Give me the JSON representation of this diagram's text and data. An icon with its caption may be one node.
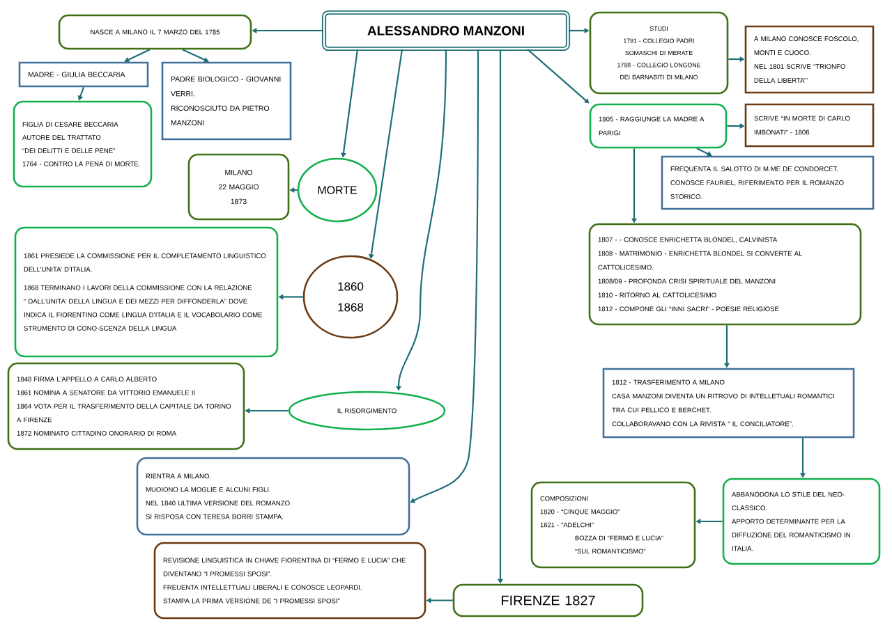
{
  "diagram": {
    "nodes": [
      {
        "text": [
          "ALESSANDRO MANZONI"
        ]
      },
      {
        "text": [
          "NASCE A MILANO IL 7 MARZO DEL 1785"
        ]
      },
      {
        "text": [
          "MADRE - GIULIA BECCARIA"
        ]
      },
      {
        "text": [
          "PADRE BIOLOGICO - GIOVANNI VERRI.",
          "RICONOSCIUTO DA PIETRO MANZONI"
        ]
      },
      {
        "text": [
          "FIGLIA DI CESARE BECCARIA",
          "AUTORE DEL TRATTATO",
          "“DEI DELITTI E DELLE PENE”",
          "1764 - CONTRO LA PENA DI MORTE."
        ]
      },
      {
        "text": [
          "MORTE"
        ]
      },
      {
        "text": [
          "MILANO",
          "22 MAGGIO",
          "1873"
        ]
      },
      {
        "text": [
          "1861 PRESIEDE LA COMMISSIONE PER IL COMPLETAMENTO LINGUISTICO DELL’UNITA’ D’ITALIA.",
          "1868 TERMINANO I LAVORI DELLA COMMISSIONE CON LA RELAZIONE “ DALL’UNITA’ DELLA LINGUA E DEI MEZZI PER DIFFONDERLA” DOVE INDICA IL FIORENTINO COME LINGUA D’ITALIA E IL VOCABOLARIO COME STRUMENTO DI CONO-SCENZA DELLA LINGUA"
        ]
      },
      {
        "text": [
          "1860",
          "1868"
        ]
      },
      {
        "text": [
          "1848 FIRMA L’APPELLO A CARLO ALBERTO",
          "1861 NOMINA A SENATORE DA VITTORIO EMANUELE II",
          "1864 VOTA PER IL TRASFERIMENTO DELLA CAPITALE DA TORINO A FIRENZE",
          "1872 NOMINATO CITTADINO ONORARIO DI ROMA"
        ]
      },
      {
        "text": [
          "IL RISORGIMENTO"
        ]
      },
      {
        "text": [
          "RIENTRA A MILANO.",
          "MUOIONO LA MOGLIE E ALCUNI FIGLI.",
          "NEL 1840 ULTIMA VERSIONE DEL ROMANZO.",
          "SI RISPOSA CON TERESA BORRI STAMPA."
        ]
      },
      {
        "text": [
          "REVISIONE LINGUISTICA IN CHIAVE FIORENTINA DI “FERMO E LUCIA” CHE DIVENTANO “I PROMESSI SPOSI”.",
          "FREUENTA INTELLETTUALI LIBERALI E CONOSCE LEOPARDI.",
          "STAMPA LA PRIMA VERSIONE DE “I PROMESSI SPOSI”"
        ]
      },
      {
        "text": [
          "FIRENZE 1827"
        ]
      },
      {
        "text": [
          "STUDI",
          "1791 - COLLEGIO PADRI SOMASCHI DI MERATE",
          "1798 - COLLEGIO LONGONE DEI BARNABITI DI MILANO"
        ]
      },
      {
        "text": [
          "A MILANO CONOSCE FOSCOLO, MONTI E CUOCO.",
          "NEL 1801 SCRIVE “TRIONFO DELLA LIBERTA’”"
        ]
      },
      {
        "text": [
          "1805 - RAGGIUNGE LA MADRE A PARIGI"
        ]
      },
      {
        "text": [
          "SCRIVE “IN MORTE DI CARLO IMBONATI” - 1806"
        ]
      },
      {
        "text": [
          "FREQUENTA IL SALOTTO DI M.ME DE CONDORCET.",
          "CONOSCE FAURIEL, RIFERIMENTO PER IL ROMANZO STORICO."
        ]
      },
      {
        "text": [
          "1807 - - CONOSCE ENRICHETTA BLONDEL, CALVINISTA",
          "1808 - MATRIMONIO - ENRICHETTA BLONDEL SI CONVERTE AL CATTOLICESIMO.",
          "1808/09 - PROFONDA CRISI SPIRITUALE DEL MANZONI",
          "1810 - RITORNO AL CATTOLICESIMO",
          "1812 - COMPONE GLI “INNI SACRI” - POESIE RELIGIOSE"
        ]
      },
      {
        "text": [
          "1812 - TRASFERIMENTO A MILANO",
          "CASA MANZONI DIVENTA UN RITROVO DI INTELLETUALI ROMANTICI TRA CUI PELLICO E BERCHET.",
          "COLLABORAVANO CON LA RIVISTA “ IL CONCILIATORE”."
        ]
      },
      {
        "text": [
          "COMPOSIZIONI",
          "1820 - “CINQUE MAGGIO”",
          "1821 - “ADELCHI”",
          "BOZZA DI “FERMO E LUCIA”",
          "“SUL ROMANTICISMO”"
        ]
      },
      {
        "text": [
          "ABBANODONA LO STILE DEL NEO-CLASSICO.",
          "APPORTO DETERMINANTE PER LA DIFFUZIONE DEL ROMANTICISMO IN ITALIA."
        ]
      }
    ],
    "edges": [
      {
        "from": 0,
        "to": 1,
        "arrow": "to"
      },
      {
        "from": 1,
        "to": 2,
        "arrow": "to"
      },
      {
        "from": 1,
        "to": 3,
        "arrow": "to"
      },
      {
        "from": 2,
        "to": 4,
        "arrow": "to"
      },
      {
        "from": 0,
        "to": 5,
        "arrow": "to"
      },
      {
        "from": 5,
        "to": 6,
        "arrow": "to"
      },
      {
        "from": 0,
        "to": 8,
        "arrow": "to"
      },
      {
        "from": 8,
        "to": 7,
        "arrow": "to"
      },
      {
        "from": 0,
        "to": 10,
        "arrow": "to"
      },
      {
        "from": 10,
        "to": 9,
        "arrow": "to"
      },
      {
        "from": 0,
        "to": 11,
        "arrow": "to"
      },
      {
        "from": 0,
        "to": 13,
        "arrow": "to"
      },
      {
        "from": 13,
        "to": 12,
        "arrow": "to"
      },
      {
        "from": 0,
        "to": 14,
        "arrow": "to"
      },
      {
        "from": 0,
        "to": 16,
        "arrow": "to"
      },
      {
        "from": 14,
        "to": 15,
        "arrow": "to"
      },
      {
        "from": 16,
        "to": 17,
        "arrow": "to"
      },
      {
        "from": 16,
        "to": 18,
        "arrow": "to"
      },
      {
        "from": 16,
        "to": 19,
        "arrow": "to"
      },
      {
        "from": 19,
        "to": 20,
        "arrow": "to"
      },
      {
        "from": 20,
        "to": 22,
        "arrow": "to"
      },
      {
        "from": 22,
        "to": 21,
        "arrow": "to"
      }
    ]
  }
}
